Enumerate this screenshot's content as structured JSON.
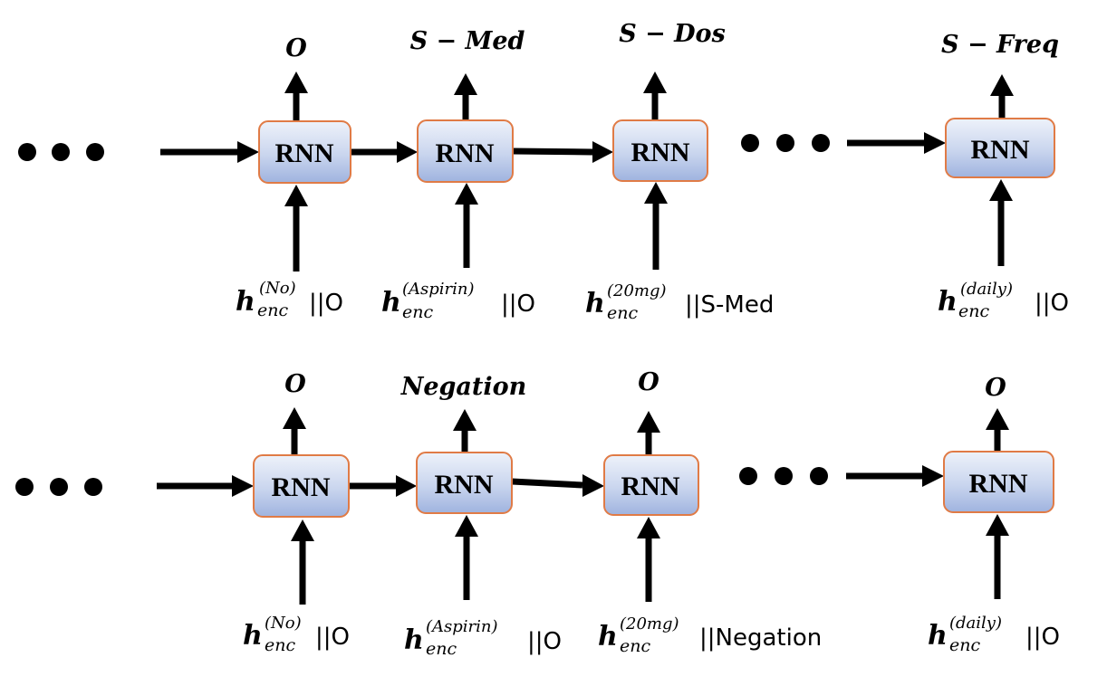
{
  "rows": [
    {
      "cells": [
        {
          "output": "O",
          "node": "RNN",
          "input_token": "No",
          "input_tag": "O"
        },
        {
          "output": "S − Med",
          "node": "RNN",
          "input_token": "Aspirin",
          "input_tag": "O"
        },
        {
          "output": "S − Dos",
          "node": "RNN",
          "input_token": "20mg",
          "input_tag": "S-Med"
        },
        {
          "output": "S − Freq",
          "node": "RNN",
          "input_token": "daily",
          "input_tag": "O"
        }
      ]
    },
    {
      "cells": [
        {
          "output": "O",
          "node": "RNN",
          "input_token": "No",
          "input_tag": "O"
        },
        {
          "output": "Negation",
          "node": "RNN",
          "input_token": "Aspirin",
          "input_tag": "O"
        },
        {
          "output": "O",
          "node": "RNN",
          "input_token": "20mg",
          "input_tag": "Negation"
        },
        {
          "output": "O",
          "node": "RNN",
          "input_token": "daily",
          "input_tag": "O"
        }
      ]
    }
  ],
  "input_symbol": {
    "base": "h",
    "subscript": "enc",
    "separator": "||"
  }
}
